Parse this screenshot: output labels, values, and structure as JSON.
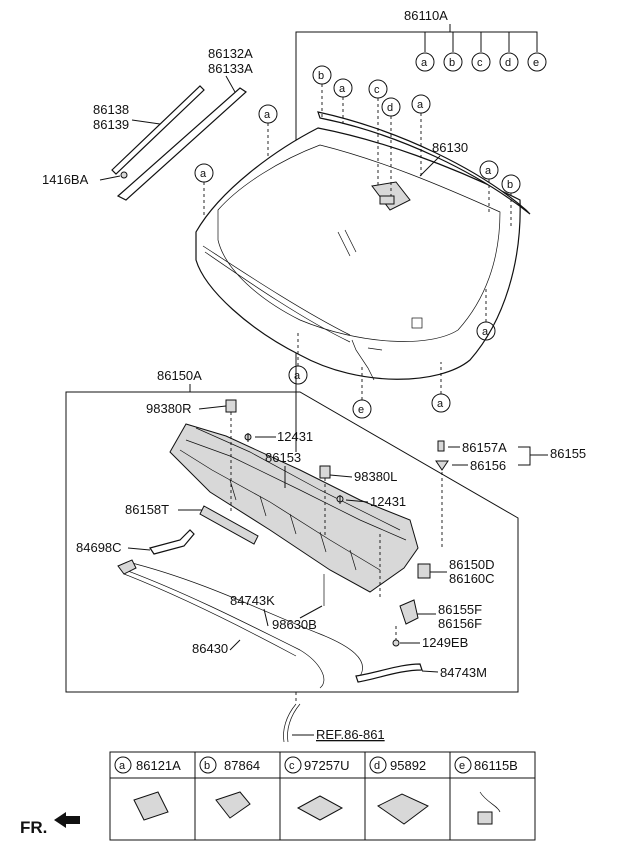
{
  "part_labels": {
    "p86110A": "86110A",
    "p86132A": "86132A",
    "p86133A": "86133A",
    "p86138": "86138",
    "p86139": "86139",
    "p1416BA": "1416BA",
    "p86130": "86130",
    "p86150A": "86150A",
    "p98380R": "98380R",
    "p12431a": "12431",
    "p86153": "86153",
    "p98380L": "98380L",
    "p12431b": "12431",
    "p86157A": "86157A",
    "p86156": "86156",
    "p86155": "86155",
    "p86158T": "86158T",
    "p84698C": "84698C",
    "p86150D": "86150D",
    "p86160C": "86160C",
    "p84743K": "84743K",
    "p98630B": "98630B",
    "p86155F": "86155F",
    "p86156F": "86156F",
    "p1249EB": "1249EB",
    "p86430": "86430",
    "p84743M": "84743M",
    "ref": "REF.86-861"
  },
  "callouts": [
    "a",
    "b",
    "c",
    "d",
    "e"
  ],
  "legend": [
    {
      "letter": "a",
      "part": "86121A"
    },
    {
      "letter": "b",
      "part": "87864"
    },
    {
      "letter": "c",
      "part": "97257U"
    },
    {
      "letter": "d",
      "part": "95892"
    },
    {
      "letter": "e",
      "part": "86115B"
    }
  ],
  "direction": "FR."
}
